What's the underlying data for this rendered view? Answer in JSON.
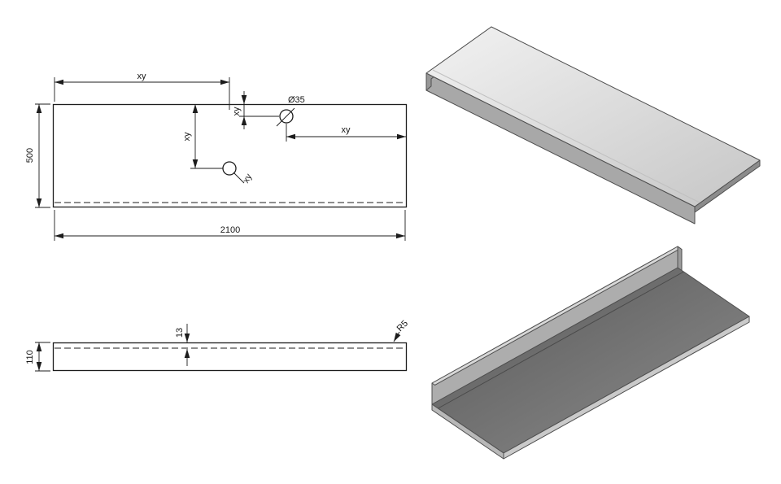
{
  "plan_view": {
    "length_label": "2100",
    "width_label": "500",
    "hole_diameter_label": "Ø35",
    "dim_top_label": "xy",
    "dim_hole_upper_vertical_label": "xy",
    "dim_hole_upper_horizontal_label": "xy",
    "dim_hole_lower_vertical_label": "xy",
    "hole_lower_leader_label": "xy"
  },
  "front_view": {
    "height_label": "110",
    "thickness_label": "13",
    "bend_radius_label": "R5"
  },
  "colors": {
    "line": "#1c1c1c",
    "iso_top_face": "#d9d9d9",
    "iso_flange_face": "#a8a8a8",
    "iso_bottom_face": "#6e6e6e",
    "iso_bottom_flange_face": "#adadad"
  }
}
